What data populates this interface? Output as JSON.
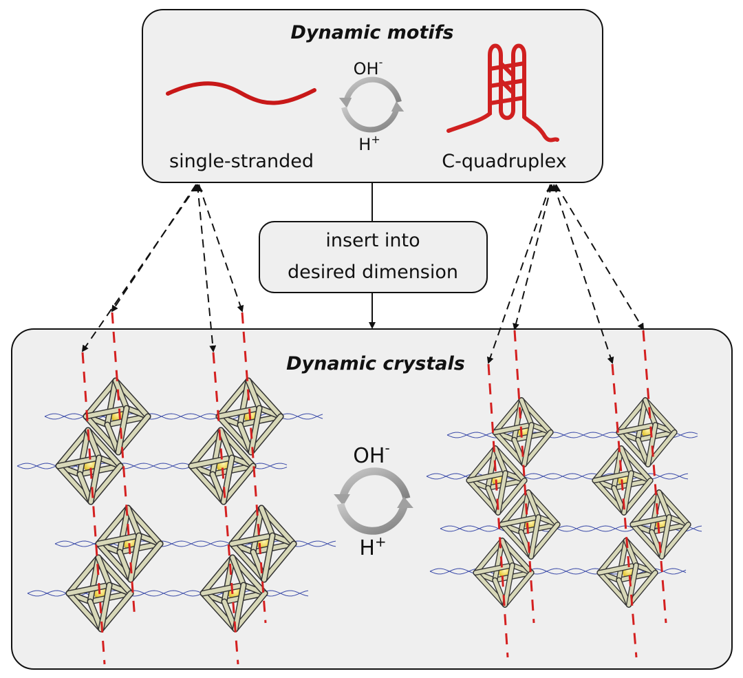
{
  "motifs_box": {
    "title": "Dynamic motifs",
    "left_label": "single-stranded",
    "right_label": "C-quadruplex",
    "top_ion": "OH",
    "top_ion_charge": "-",
    "bottom_ion": "H",
    "bottom_ion_charge": "+"
  },
  "insert_box": {
    "line1": "insert into",
    "line2": "desired dimension"
  },
  "crystals_box": {
    "title": "Dynamic crystals",
    "top_ion": "OH",
    "top_ion_charge": "-",
    "bottom_ion": "H",
    "bottom_ion_charge": "+"
  },
  "colors": {
    "box_fill": "#efefef",
    "strand_red": "#d42020",
    "frame_beige": "#d8d8b8",
    "gold_sphere": "#e8cc40",
    "linker_blue": "#3a4aa8",
    "cycle_grey": "#a0a0a0"
  }
}
